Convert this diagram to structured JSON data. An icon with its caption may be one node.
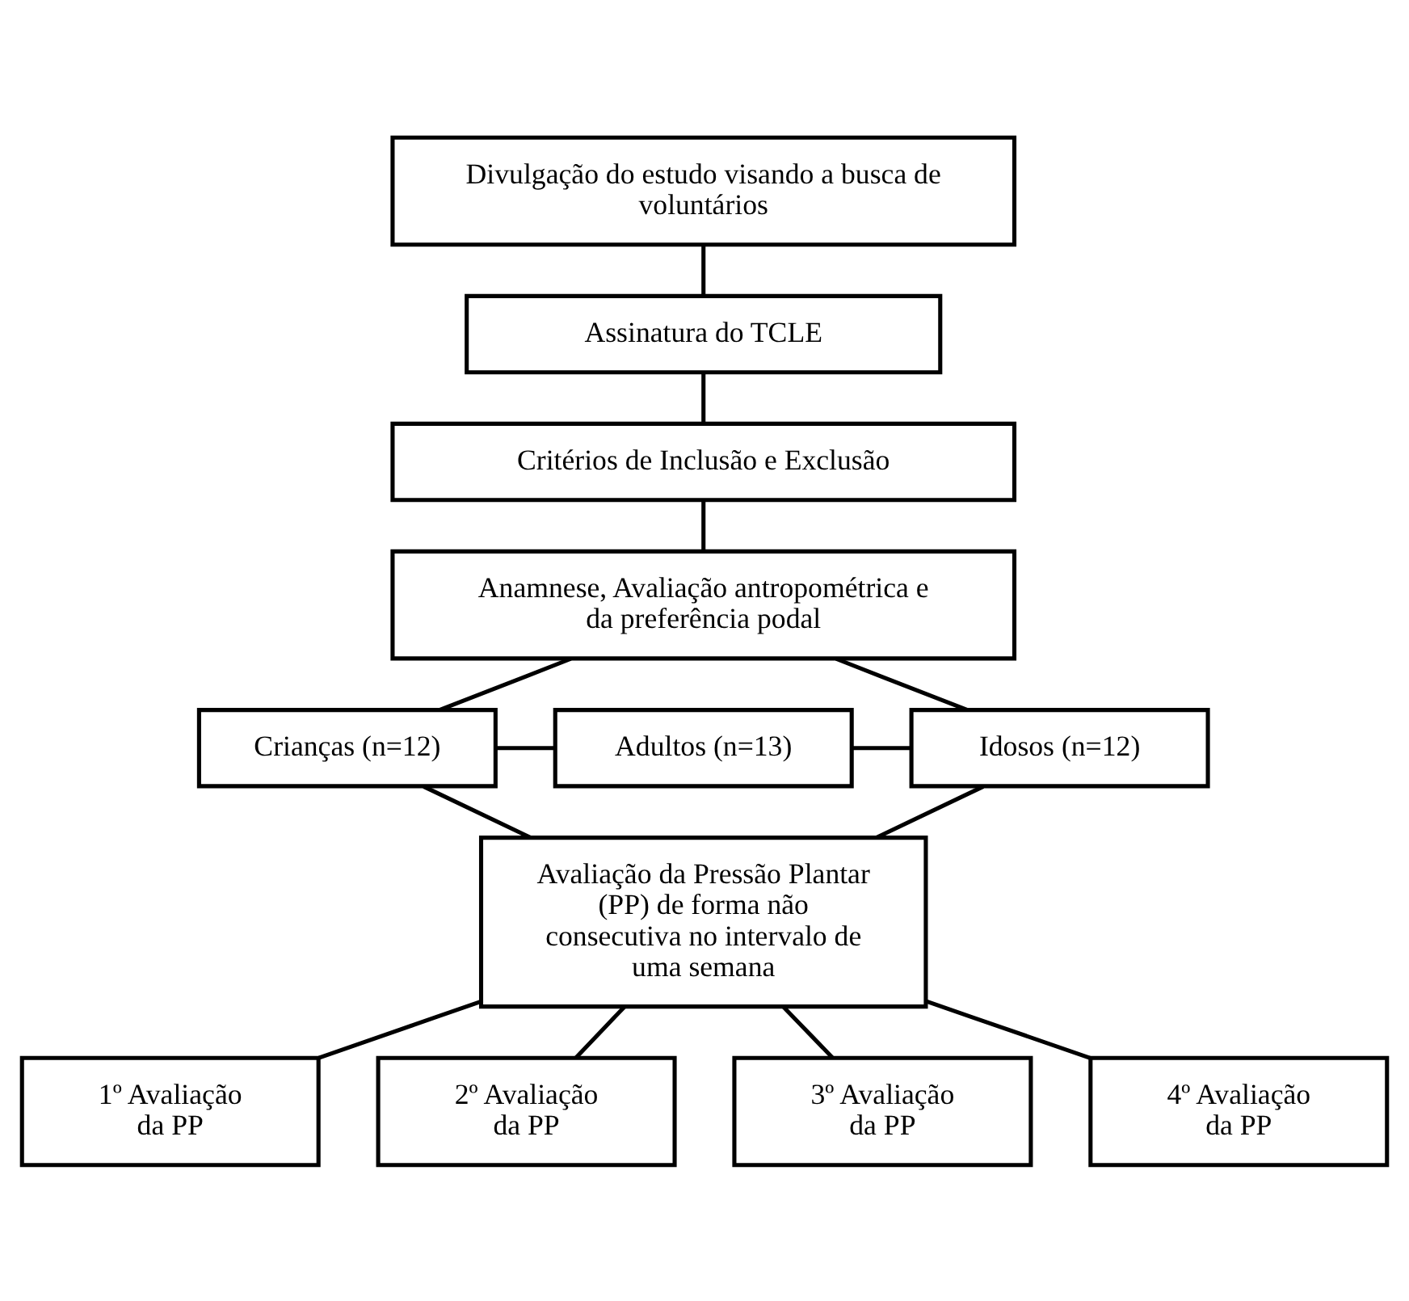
{
  "diagram": {
    "nodes": [
      {
        "text": [
          "Divulgação do estudo visando a busca de voluntários"
        ]
      },
      {
        "text": [
          "Assinatura do TCLE"
        ]
      },
      {
        "text": [
          "Critérios de Inclusão e Exclusão"
        ]
      },
      {
        "text": [
          "Anamnese, Avaliação antropométrica e da preferência podal"
        ]
      },
      {
        "text": [
          "Crianças (n=12)"
        ]
      },
      {
        "text": [
          "Adultos (n=13)"
        ]
      },
      {
        "text": [
          "Idosos (n=12)"
        ]
      },
      {
        "text": [
          "Avaliação da Pressão Plantar (PP) de forma não consecutiva no intervalo de uma semana"
        ]
      },
      {
        "text": [
          "1º Avaliação da PP"
        ]
      },
      {
        "text": [
          "2º Avaliação da PP"
        ]
      },
      {
        "text": [
          "3º Avaliação da PP"
        ]
      },
      {
        "text": [
          "4º Avaliação da PP"
        ]
      }
    ],
    "edges": [
      {
        "from": 0,
        "to": 1,
        "arrow": "none"
      },
      {
        "from": 1,
        "to": 2,
        "arrow": "none"
      },
      {
        "from": 2,
        "to": 3,
        "arrow": "none"
      },
      {
        "from": 3,
        "to": 4,
        "arrow": "none"
      },
      {
        "from": 3,
        "to": 6,
        "arrow": "none"
      },
      {
        "from": 4,
        "to": 5,
        "arrow": "none"
      },
      {
        "from": 5,
        "to": 6,
        "arrow": "none"
      },
      {
        "from": 4,
        "to": 7,
        "arrow": "none"
      },
      {
        "from": 6,
        "to": 7,
        "arrow": "none"
      },
      {
        "from": 7,
        "to": 8,
        "arrow": "none"
      },
      {
        "from": 7,
        "to": 9,
        "arrow": "none"
      },
      {
        "from": 7,
        "to": 10,
        "arrow": "none"
      },
      {
        "from": 7,
        "to": 11,
        "arrow": "none"
      }
    ]
  }
}
